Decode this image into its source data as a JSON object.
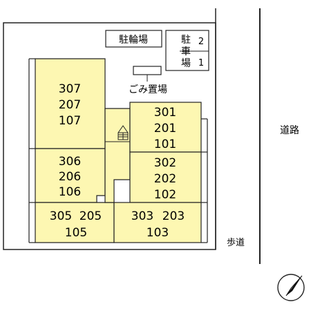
{
  "units": {
    "left_top": [
      "307",
      "207",
      "107"
    ],
    "left_mid": [
      "306",
      "206",
      "106"
    ],
    "left_bottom": [
      "305",
      "205",
      "105"
    ],
    "right_top": [
      "301",
      "201",
      "101"
    ],
    "right_mid": [
      "302",
      "202",
      "102"
    ],
    "right_bottom": [
      "303",
      "203",
      "103"
    ]
  },
  "labels": {
    "bicycle_parking": "駐輪場",
    "parking_chars": [
      "駐",
      "車",
      "場"
    ],
    "parking_spaces": [
      "2",
      "1"
    ],
    "garbage": "ごみ置場",
    "road": "道路",
    "sidewalk": "歩道"
  },
  "icons": {
    "stairs": "stairs-icon",
    "compass": "north-arrow-icon"
  },
  "colors": {
    "building_fill": "#fdf7b2",
    "line": "#222222"
  }
}
